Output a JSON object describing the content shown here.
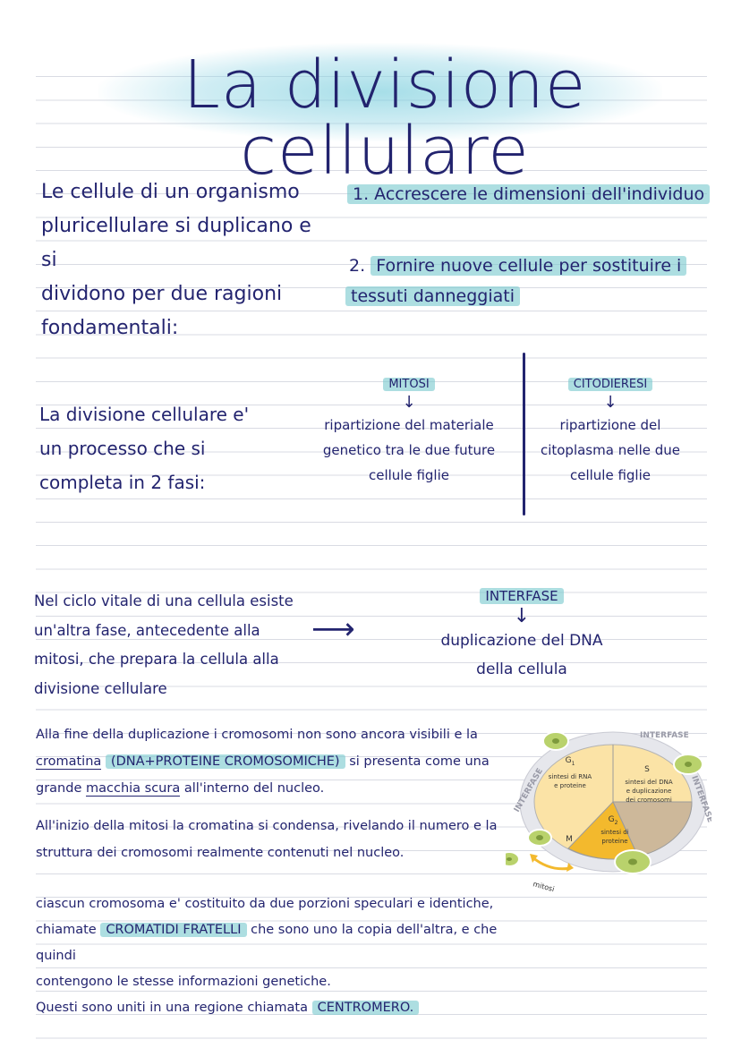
{
  "title": "La divisione cellulare",
  "intro": {
    "text_lines": [
      "Le cellule di un organismo",
      "pluricellulare si duplicano e si",
      "dividono per due ragioni",
      "fondamentali:"
    ],
    "reason1": "1. Accrescere le dimensioni dell'individuo",
    "reason2_num": "2.",
    "reason2_a": "Fornire nuove cellule per sostituire i",
    "reason2_b": "tessuti danneggiati"
  },
  "phases": {
    "text_lines": [
      "La divisione cellulare e'",
      "un processo che si",
      "completa in 2 fasi:"
    ],
    "mitosi_label": "MITOSI",
    "mitosi_desc": [
      "ripartizione del materiale",
      "genetico tra le due future",
      "cellule figlie"
    ],
    "citodieresi_label": "CITODIERESI",
    "citodieresi_desc": [
      "ripartizione del",
      "citoplasma nelle due",
      "cellule figlie"
    ]
  },
  "interfase": {
    "text_lines": [
      "Nel ciclo vitale di una cellula esiste",
      "un'altra fase, antecedente alla",
      "mitosi, che prepara la cellula alla",
      "divisione cellulare"
    ],
    "label": "INTERFASE",
    "desc": [
      "duplicazione del DNA",
      "della cellula"
    ]
  },
  "para1": {
    "line1": "Alla fine della duplicazione i cromosomi non sono ancora visibili e la",
    "cromatina": "cromatina",
    "dna_proteine": "(DNA+PROTEINE CROMOSOMICHE)",
    "line2_rest": "si presenta come una",
    "line3_a": "grande",
    "macchia": "macchia scura",
    "line3_b": "all'interno del nucleo."
  },
  "para2": {
    "line1": "All'inizio della mitosi la cromatina si condensa, rivelando il numero e la",
    "line2": "struttura dei cromosomi realmente contenuti nel nucleo."
  },
  "para3": {
    "line1": "ciascun cromosoma e' costituito da due porzioni speculari e identiche,",
    "line2_a": "chiamate",
    "cromatidi": "CROMATIDI FRATELLI",
    "line2_b": "che sono uno la copia dell'altra, e che quindi",
    "line3": "contengono le stesse informazioni genetiche.",
    "line4_a": "Questi sono uniti in una regione chiamata",
    "centromero": "CENTROMERO."
  },
  "cycle_diagram": {
    "ring_top": "INTERFASE",
    "ring_left": "INTERFASE",
    "ring_right": "INTERFASE",
    "g1": "G",
    "g1_sub": "1",
    "g1_desc": [
      "sintesi di RNA",
      "e proteine"
    ],
    "s": "S",
    "s_desc": [
      "sintesi del DNA",
      "e duplicazione",
      "dei cromosomi"
    ],
    "g2": "G",
    "g2_sub": "2",
    "g2_desc": [
      "sintesi di",
      "proteine"
    ],
    "m": "M",
    "mitosi": "mitosi",
    "colors": {
      "g1": "#fbe3a6",
      "s": "#fbe3a6",
      "g2": "#cdb89a",
      "m": "#f3b92d",
      "ring": "#e6e7ec",
      "cell": "#b9d26c"
    }
  },
  "arrow_symbol": "⟶",
  "down_arrow": "↓"
}
